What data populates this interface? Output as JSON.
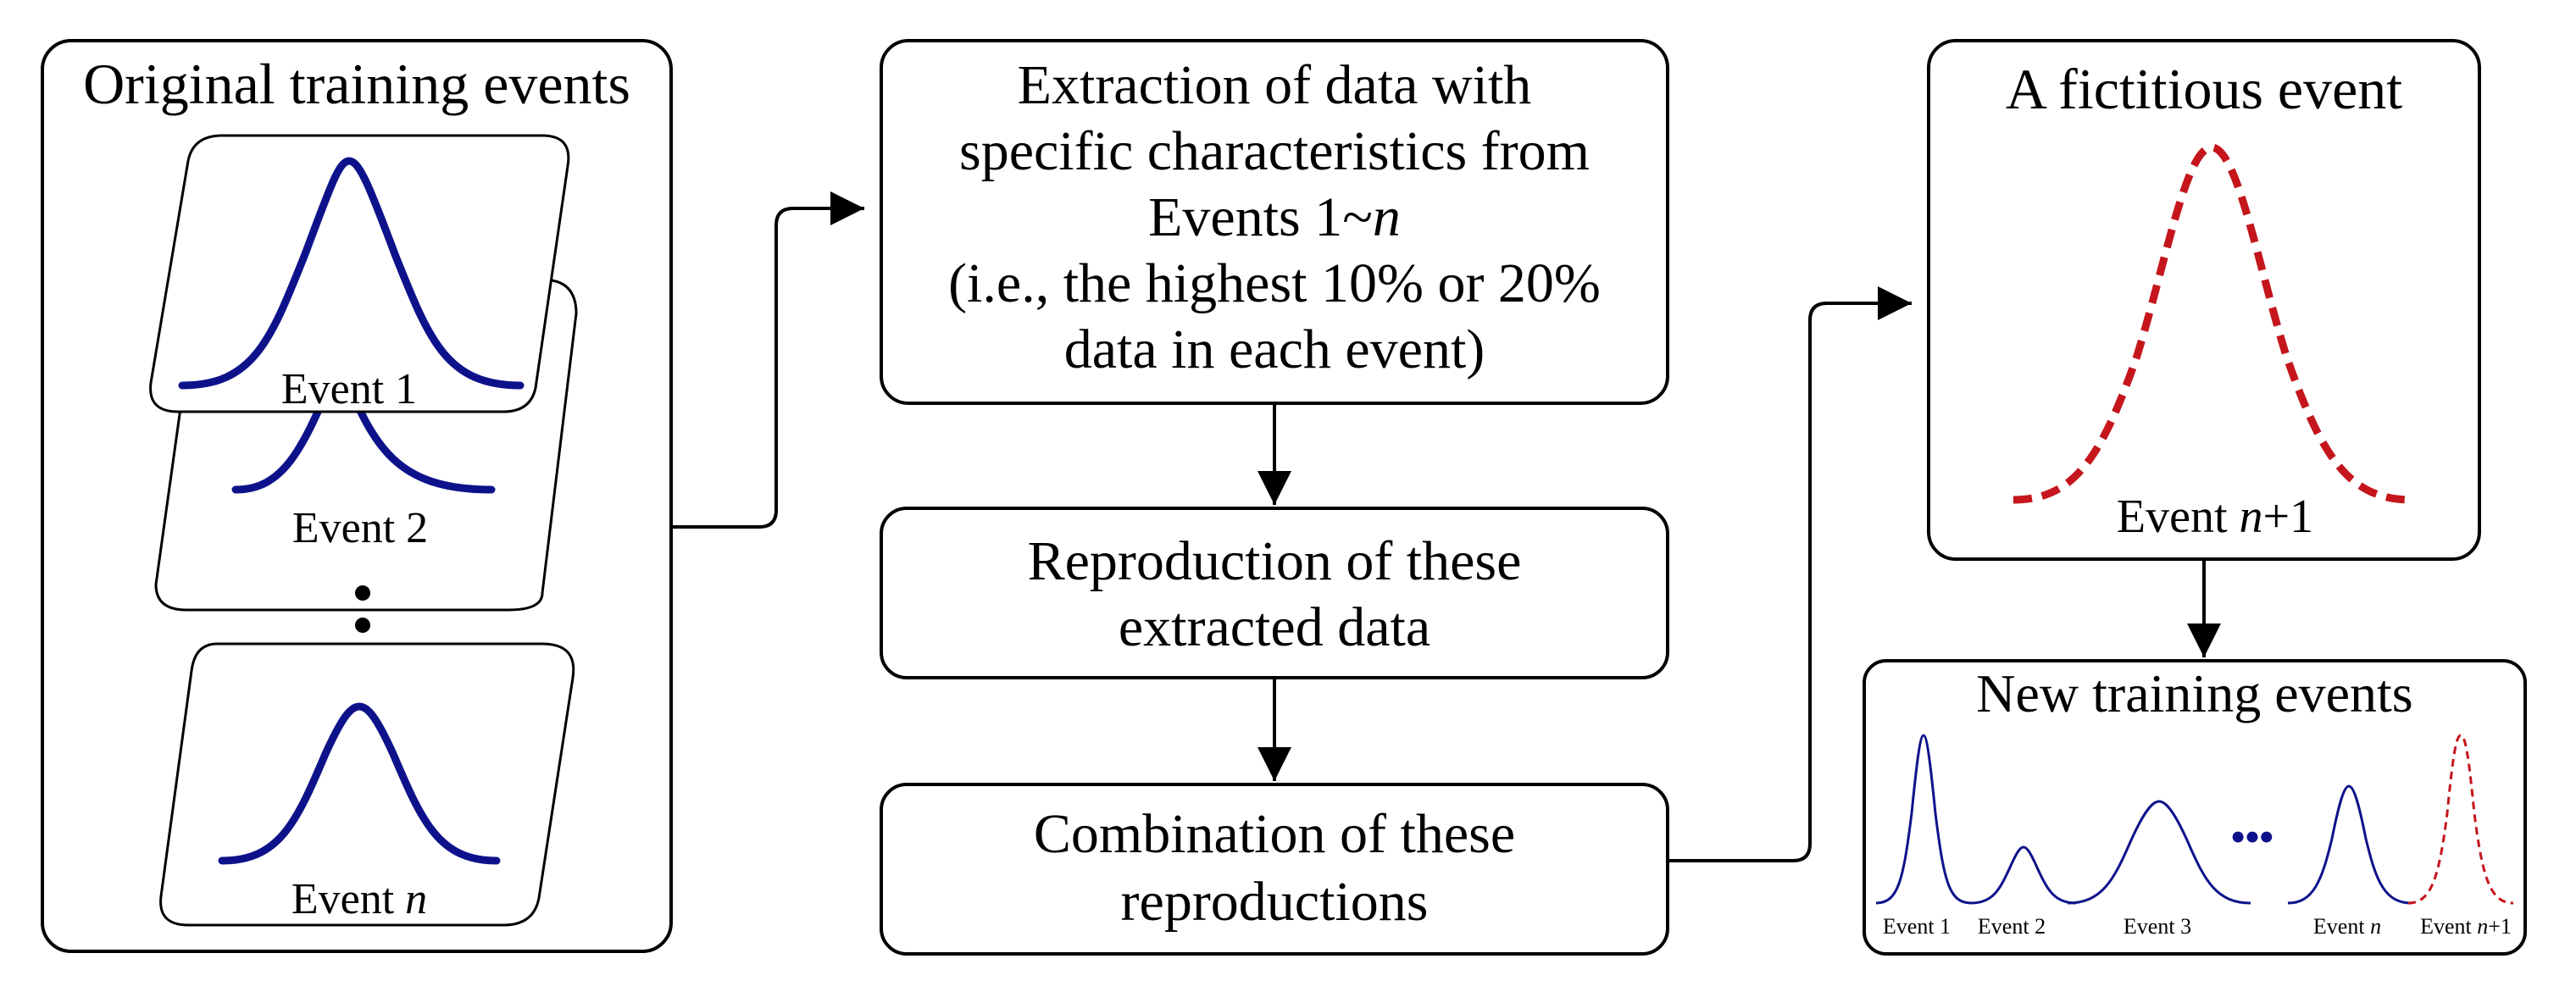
{
  "original_box": {
    "title": "Original training events",
    "events": [
      {
        "label": "Event 1"
      },
      {
        "label": "Event 2"
      },
      {
        "label_prefix": "Event ",
        "label_var": "n"
      }
    ]
  },
  "extraction_box": {
    "lines": [
      {
        "text": "Extraction of data with"
      },
      {
        "text": "specific characteristics from"
      },
      {
        "prefix": "Events 1~",
        "var": "n"
      },
      {
        "text": "(i.e., the highest 10% or 20%"
      },
      {
        "text": "data in each event)"
      }
    ]
  },
  "reproduction_box": {
    "lines": [
      "Reproduction of these",
      "extracted data"
    ]
  },
  "combination_box": {
    "lines": [
      "Combination of these",
      "reproductions"
    ]
  },
  "fictitious_box": {
    "title": "A fictitious event",
    "event_prefix": "Event ",
    "event_var": "n",
    "event_suffix": "+1"
  },
  "new_events_box": {
    "title": "New training events",
    "ellipsis": "•••",
    "mini_events": [
      {
        "prefix": "Event 1",
        "var": "",
        "suffix": ""
      },
      {
        "prefix": "Event 2",
        "var": "",
        "suffix": ""
      },
      {
        "prefix": "Event 3",
        "var": "",
        "suffix": ""
      },
      {
        "prefix": "Event ",
        "var": "n",
        "suffix": ""
      },
      {
        "prefix": "Event ",
        "var": "n",
        "suffix": "+1"
      }
    ]
  },
  "colors": {
    "curve_blue": "#0e128a",
    "curve_red": "#c4161c"
  }
}
